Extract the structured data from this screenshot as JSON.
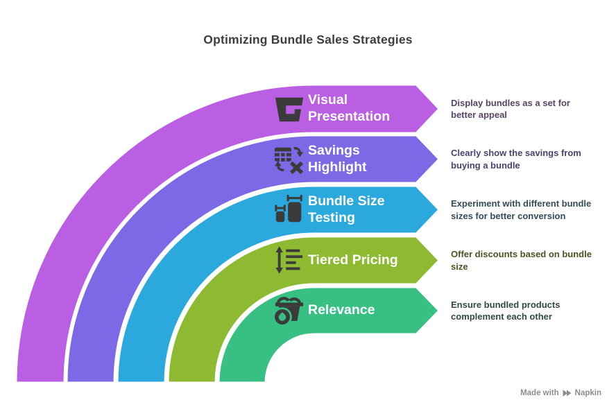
{
  "title": "Optimizing Bundle Sales Strategies",
  "title_color": "#3e3e3e",
  "label_color": "#ffffff",
  "icon_color": "#3b3b3b",
  "background": "#ffffff",
  "bands": [
    {
      "label": "Visual Presentation",
      "description": "Display bundles as a set for better appeal",
      "color": "#ba5ee3",
      "desc_color": "#584364",
      "icon": "bucket-icon"
    },
    {
      "label": "Savings Highlight",
      "description": "Clearly show the savings from buying a bundle",
      "color": "#7b69e6",
      "desc_color": "#484270",
      "icon": "table-discount-icon"
    },
    {
      "label": "Bundle Size Testing",
      "description": "Experiment with different bundle sizes for better conversion",
      "color": "#2ba9dd",
      "desc_color": "#354a59",
      "icon": "package-sizes-icon"
    },
    {
      "label": "Tiered Pricing",
      "description": "Offer discounts based on bundle size",
      "color": "#8dba31",
      "desc_color": "#4b5322",
      "icon": "tier-levels-icon"
    },
    {
      "label": "Relevance",
      "description": "Ensure bundled products complement each other",
      "color": "#38bf83",
      "desc_color": "#32493d",
      "icon": "basket-badge-icon"
    }
  ],
  "watermark": {
    "prefix": "Made with",
    "brand": "Napkin",
    "color": "#8d8d8d"
  }
}
